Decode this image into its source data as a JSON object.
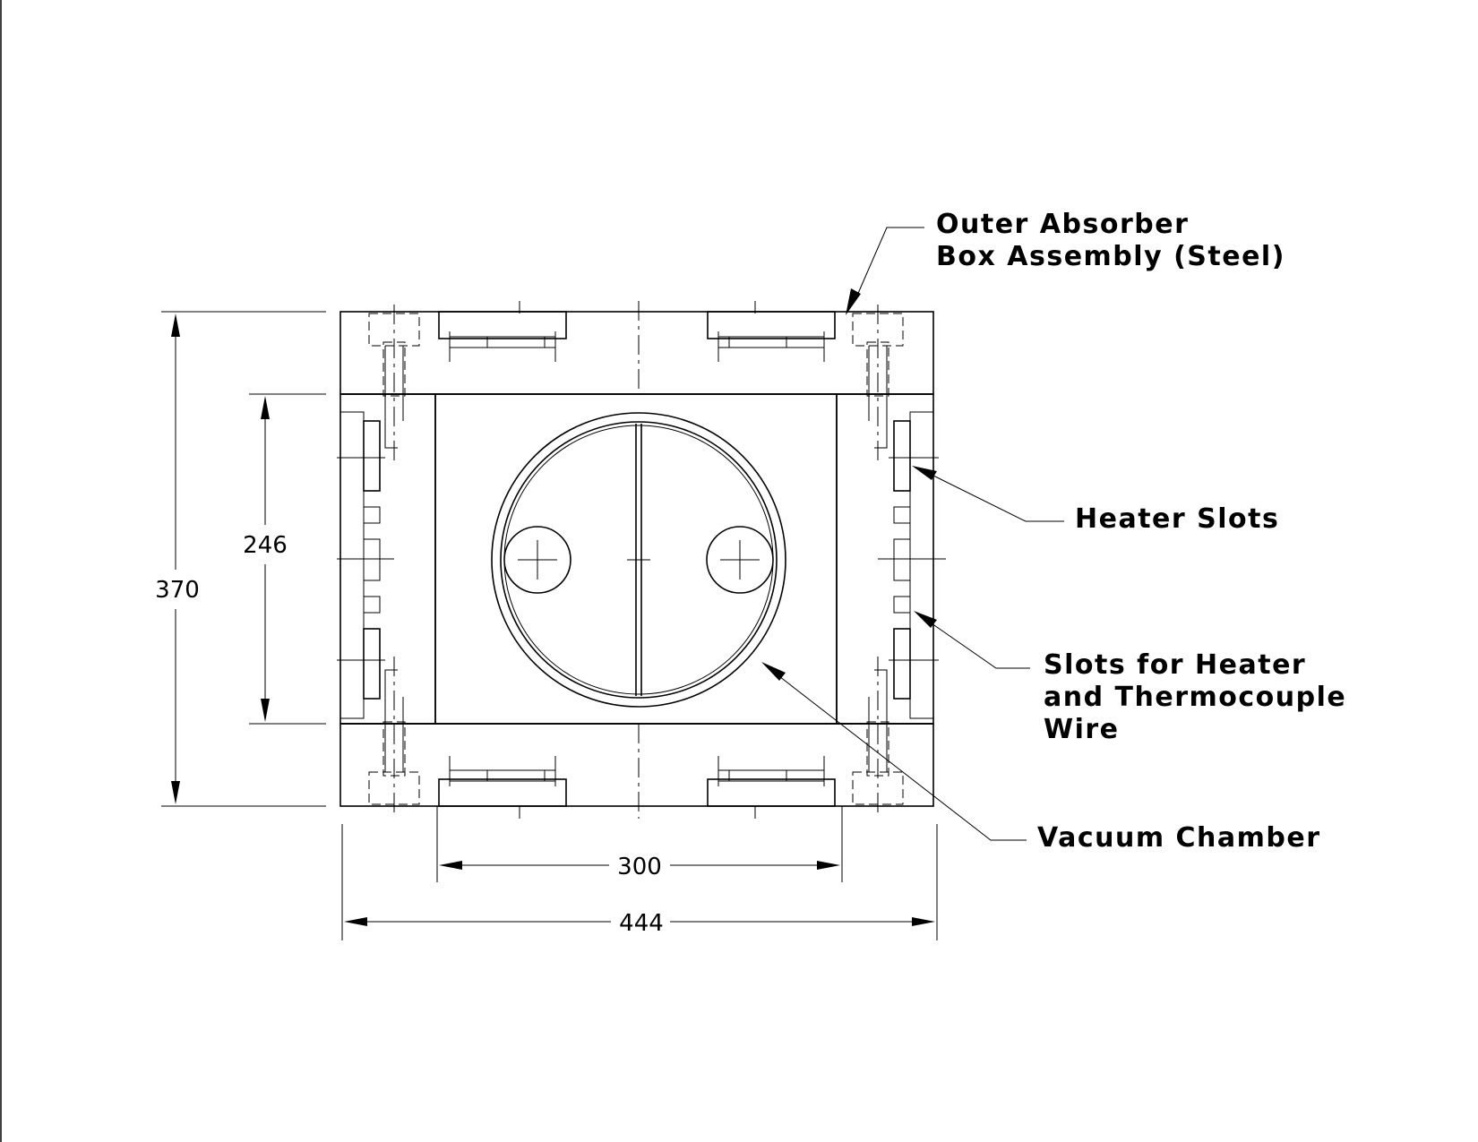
{
  "labels": {
    "outer_absorber_line1": "Outer Absorber",
    "outer_absorber_line2": "Box Assembly (Steel)",
    "heater_slots": "Heater Slots",
    "slots_wire_line1": "Slots for Heater",
    "slots_wire_line2": "and Thermocouple",
    "slots_wire_line3": "Wire",
    "vacuum_chamber": "Vacuum Chamber"
  },
  "dimensions": {
    "overall_height": "370",
    "inner_height": "246",
    "inner_width": "300",
    "overall_width": "444"
  }
}
